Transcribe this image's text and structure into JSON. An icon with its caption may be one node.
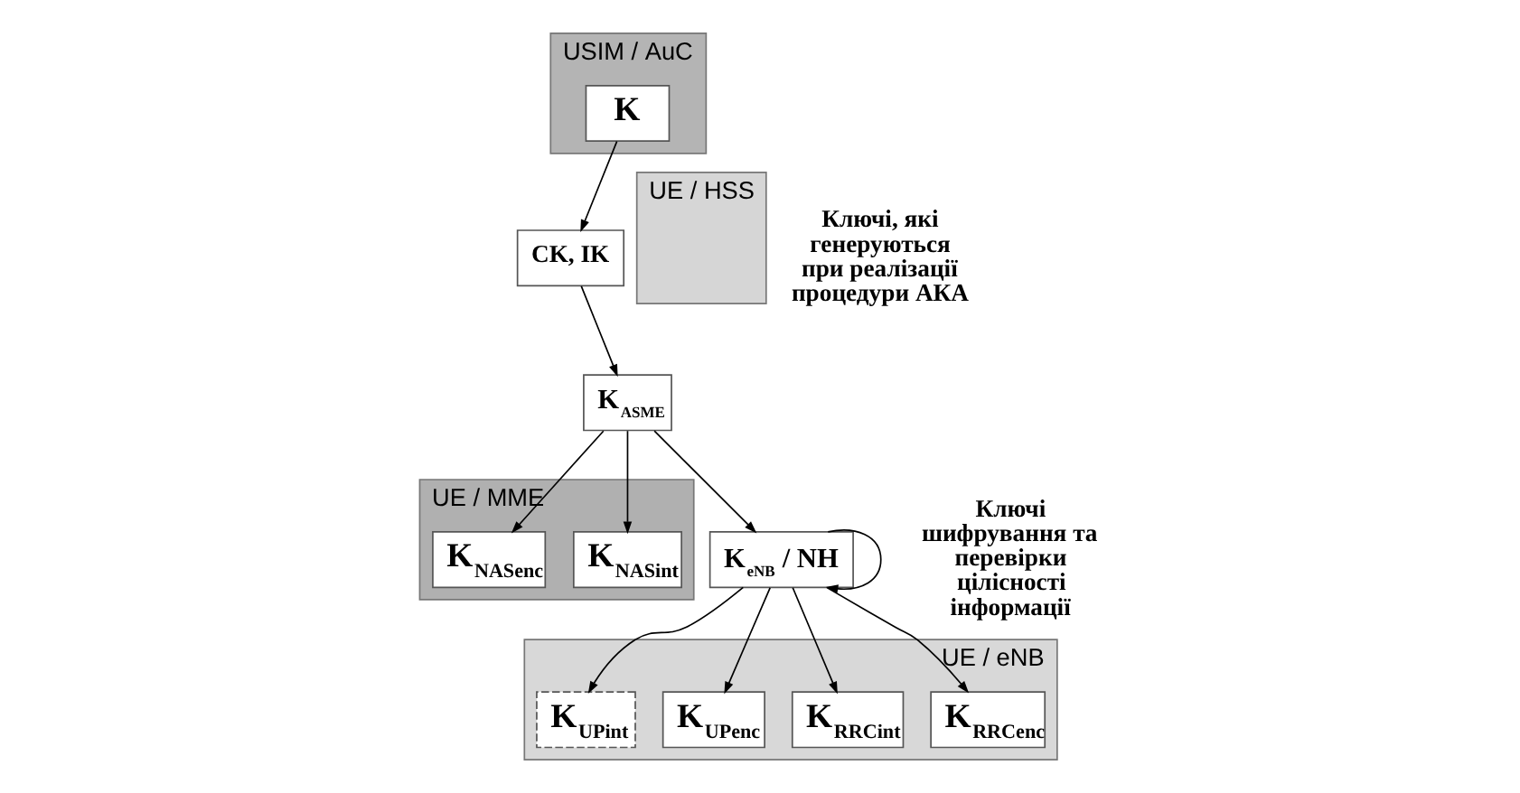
{
  "diagram": {
    "nodes": [
      {
        "text": [
          "USIM / AuC"
        ]
      },
      {
        "text": [
          "K"
        ],
        "in": 0
      },
      {
        "text": [
          "CK, IK"
        ]
      },
      {
        "text": [
          "UE / HSS"
        ]
      },
      {
        "text": [
          "K$_{ASME}$"
        ]
      },
      {
        "text": [
          "UE / MME"
        ]
      },
      {
        "text": [
          "K$_{NASenc}$"
        ],
        "in": 5
      },
      {
        "text": [
          "K$_{NASint}$"
        ],
        "in": 5
      },
      {
        "text": [
          "K$_{eNB}$ / NH"
        ]
      },
      {
        "text": [
          "UE / eNB"
        ]
      },
      {
        "text": [
          "K$_{UPint}$"
        ],
        "in": 9
      },
      {
        "text": [
          "K$_{UPenc}$"
        ],
        "in": 9
      },
      {
        "text": [
          "K$_{RRCint}$"
        ],
        "in": 9
      },
      {
        "text": [
          "K$_{RRCenc}$"
        ],
        "in": 9
      }
    ],
    "edges": [
      {
        "from": 1,
        "to": 2,
        "arrow": "to"
      },
      {
        "from": 2,
        "to": 4,
        "arrow": "to"
      },
      {
        "from": 4,
        "to": 6,
        "arrow": "to"
      },
      {
        "from": 4,
        "to": 7,
        "arrow": "to"
      },
      {
        "from": 4,
        "to": 8,
        "arrow": "to"
      },
      {
        "from": 8,
        "to": 10,
        "arrow": "to"
      },
      {
        "from": 8,
        "to": 11,
        "arrow": "to"
      },
      {
        "from": 8,
        "to": 12,
        "arrow": "to"
      },
      {
        "from": 8,
        "to": 13,
        "arrow": "to"
      },
      {
        "from": 8,
        "to": 8,
        "arrow": "to"
      }
    ],
    "labels": [
      "Ключі, які генеруються при реалізації процедури АКА",
      "Ключі шифрування та перевірки цілісності інформації"
    ]
  }
}
